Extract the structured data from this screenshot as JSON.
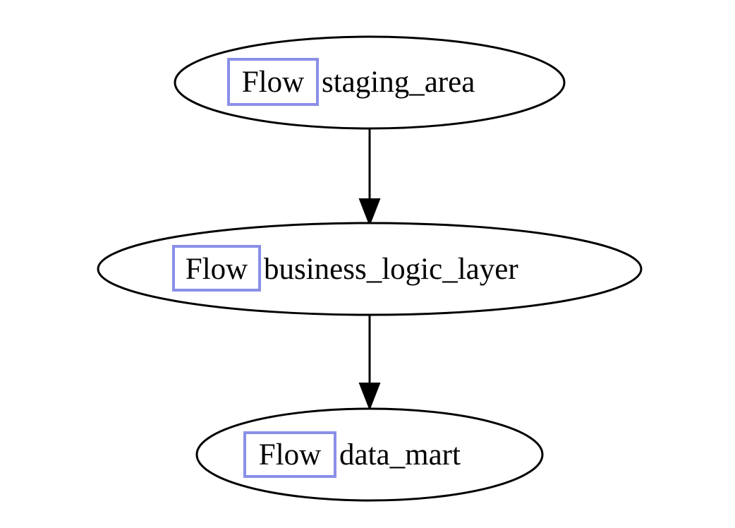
{
  "diagram": {
    "type": "flowchart",
    "direction": "top-to-bottom",
    "tag_border_color": "#8a8fe8",
    "nodes": [
      {
        "id": "staging_area",
        "tag": "Flow",
        "name": "staging_area"
      },
      {
        "id": "business_logic_layer",
        "tag": "Flow",
        "name": "business_logic_layer"
      },
      {
        "id": "data_mart",
        "tag": "Flow",
        "name": "data_mart"
      }
    ],
    "edges": [
      {
        "from": "staging_area",
        "to": "business_logic_layer"
      },
      {
        "from": "business_logic_layer",
        "to": "data_mart"
      }
    ]
  }
}
